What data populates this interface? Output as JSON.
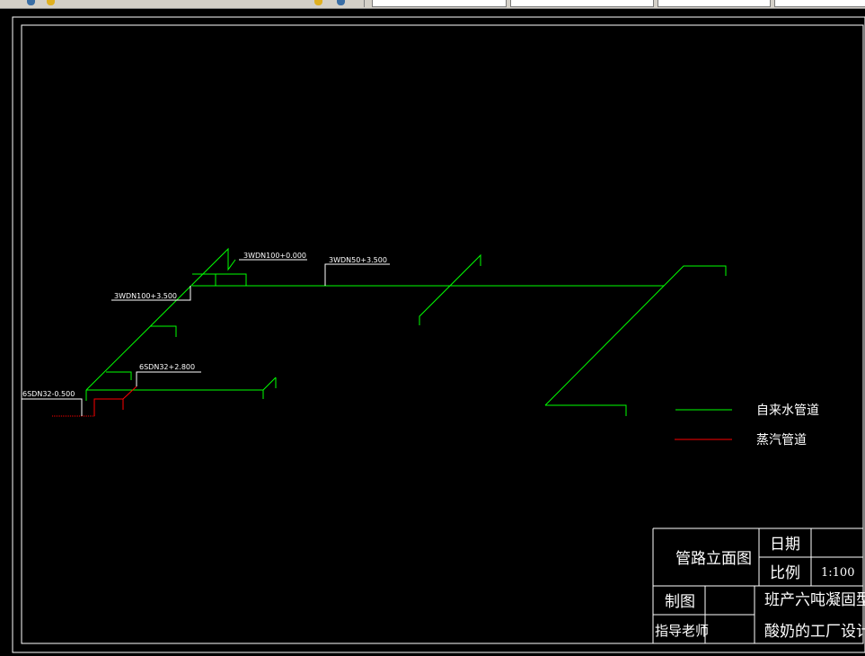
{
  "toolbar": {
    "icons": [
      "layer-icon",
      "layer-state-icon",
      "color-icon",
      "linetype-icon"
    ]
  },
  "drawing": {
    "pipe_labels": {
      "l1": "3WDN100+0.000",
      "l2": "3WDN50+3.500",
      "l3": "3WDN100+3.500",
      "l4": "6SDN32+2.800",
      "l5": "6SDN32-0.500"
    },
    "legend": {
      "water": "自来水管道",
      "steam": "蒸汽管道"
    },
    "title_block": {
      "drawing_name": "管路立面图",
      "date_label": "日期",
      "date_value": "",
      "scale_label": "比例",
      "scale_value": "1:100",
      "drawn_by_label": "制图",
      "drawn_by_value": "",
      "project_line1": "班产六吨凝固型",
      "project_line2": "酸奶的工厂设计",
      "advisor_label": "指导老师",
      "advisor_value": ""
    },
    "colors": {
      "background": "#000000",
      "water_pipe": "#00ff00",
      "steam_pipe": "#ff0000",
      "border": "#ffffff"
    }
  }
}
